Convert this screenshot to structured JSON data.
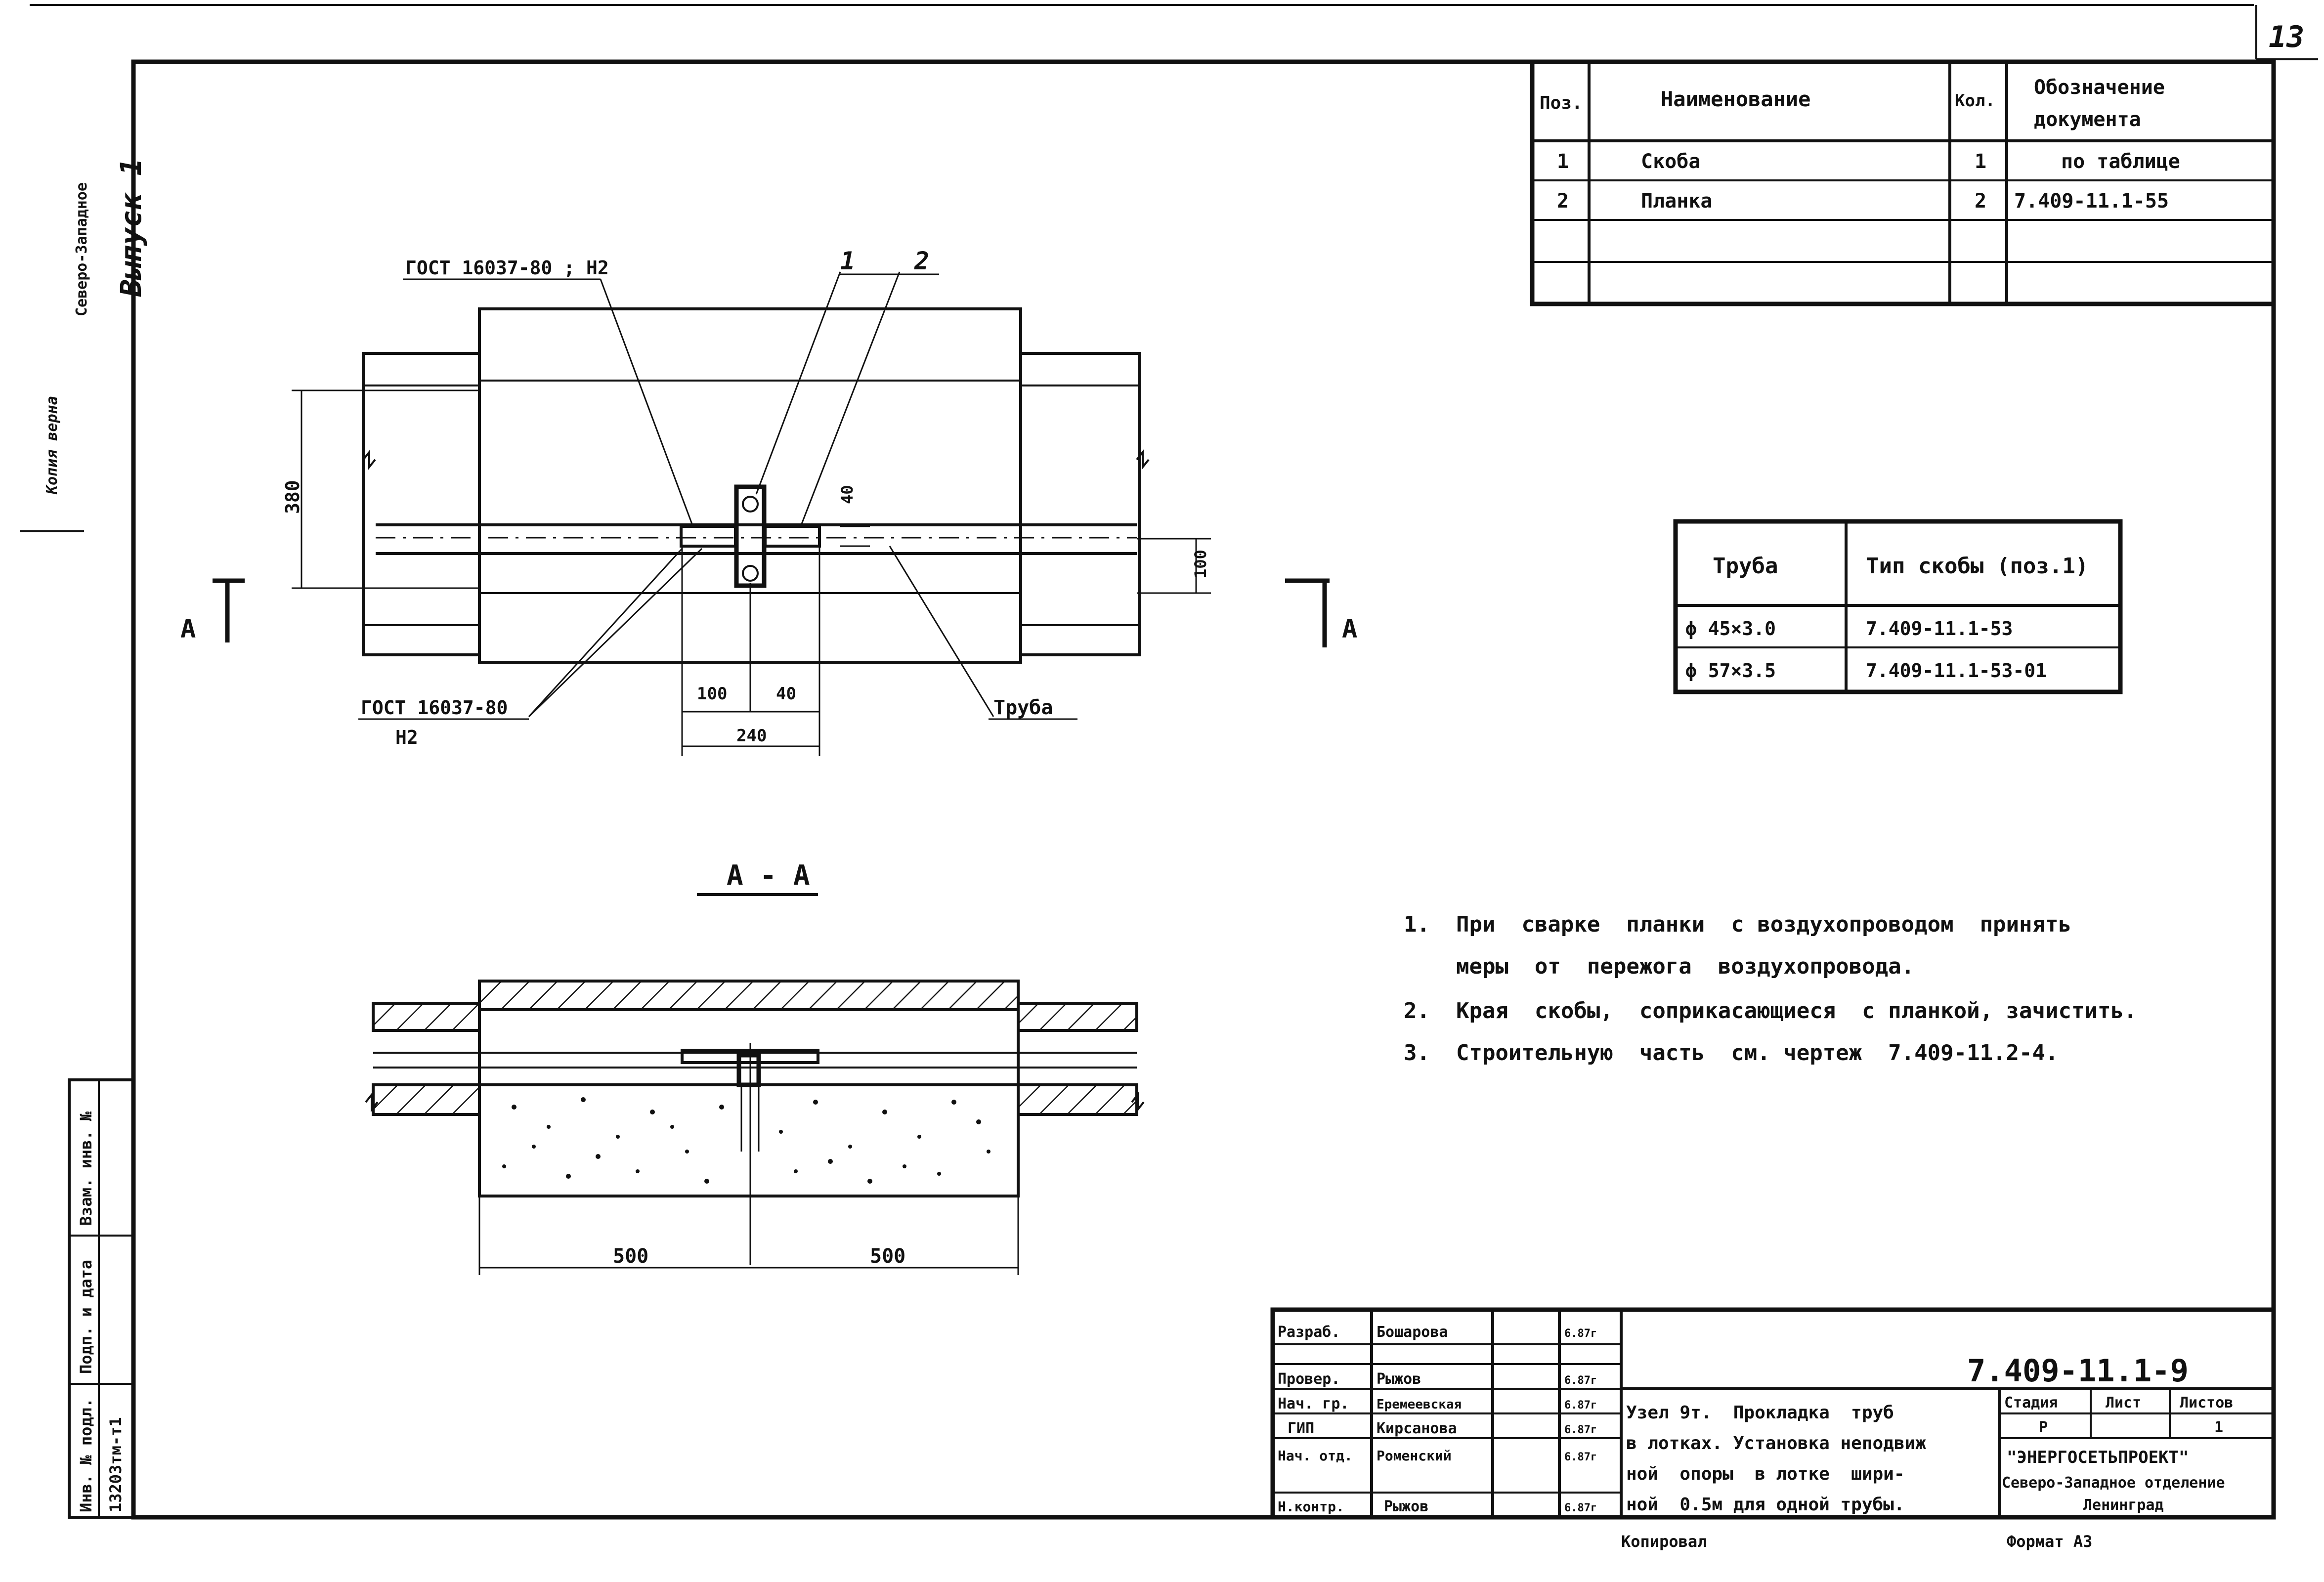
{
  "sheet": {
    "number": "13"
  },
  "left_strip": {
    "issue": "Выпуск 1",
    "org_stamp_1": "Северо-Западное",
    "org_stamp_2": "Копия верна",
    "small_1": "Инв. № подл.",
    "small_2": "Подп. и дата",
    "small_3": "Взам. инв. №",
    "inv_value": "13203тм-т1"
  },
  "spec_table": {
    "headers": [
      "Поз.",
      "Наименование",
      "Кол.",
      "Обозначение документа"
    ],
    "rows": [
      [
        "1",
        "Скоба",
        "1",
        "по таблице"
      ],
      [
        "2",
        "Планка",
        "2",
        "7.409-11.1-55"
      ],
      [
        "",
        "",
        "",
        ""
      ],
      [
        "",
        "",
        "",
        ""
      ]
    ]
  },
  "pipe_table": {
    "headers": [
      "Труба",
      "Тип скобы (поз.1)"
    ],
    "rows": [
      [
        "ϕ 45×3.0",
        "7.409-11.1-53"
      ],
      [
        "ϕ 57×3.5",
        "7.409-11.1-53-01"
      ]
    ]
  },
  "plan_view": {
    "callout_1": "1",
    "callout_2": "2",
    "gost_top": "ГОСТ 16037-80 ; Н2",
    "gost_bottom_1": "ГОСТ 16037-80",
    "gost_bottom_2": "Н2",
    "pipe_label": "Труба",
    "dim_380": "380",
    "dim_40_v": "40",
    "dim_100_v": "100",
    "dim_100_h": "100",
    "dim_40_h": "40",
    "dim_240": "240",
    "section_mark_left": "А",
    "section_mark_right": "А"
  },
  "section_view": {
    "title": "А - А",
    "dim_500_left": "500",
    "dim_500_right": "500"
  },
  "notes": [
    "1.  При  сварке  планки  с воздухопроводом  принять",
    "    меры  от  пережога  воздухопровода.",
    "2.  Края  скобы,  соприкасающиеся  с планкой, зачистить.",
    "3.  Строительную  часть  см. чертеж  7.409-11.2-4."
  ],
  "title_block": {
    "doc_code": "7.409-11.1-9",
    "roles": [
      {
        "role": "Разраб.",
        "name": "Бошарова",
        "date": "6.87г"
      },
      {
        "role": "Провер.",
        "name": "Рыжов",
        "date": "6.87г"
      },
      {
        "role": "Нач. гр.",
        "name": "Еремеевская",
        "date": "6.87г"
      },
      {
        "role": "ГИП",
        "name": "Кирсанова",
        "date": "6.87г"
      },
      {
        "role": "Нач. отд.",
        "name": "Роменский",
        "date": "6.87г"
      },
      {
        "role": "Н.контр.",
        "name": "Рыжов",
        "date": "6.87г"
      }
    ],
    "title_lines": [
      "Узел 9т.  Прокладка  труб",
      "в лотках. Установка неподвиж",
      "ной  опоры  в лотке  шири-",
      "ной  0.5м для одной трубы."
    ],
    "stage_header": "Стадия",
    "sheet_header": "Лист",
    "sheets_header": "Листов",
    "stage_value": "Р",
    "sheets_value": "1",
    "org_1": "\"ЭНЕРГОСЕТЬПРОЕКТ\"",
    "org_2": "Северо-Западное отделение",
    "org_3": "Ленинград",
    "copied_by": "Копировал",
    "format": "Формат А3"
  }
}
